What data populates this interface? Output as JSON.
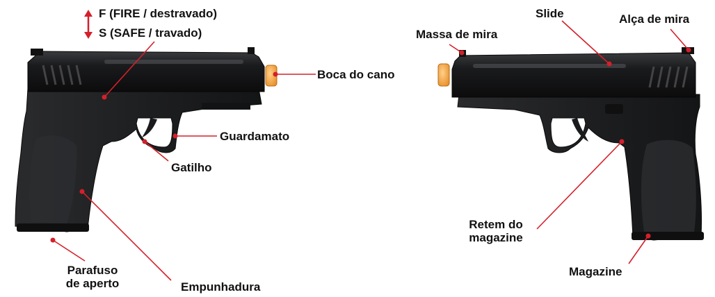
{
  "colors": {
    "background": "#ffffff",
    "label_text": "#111111",
    "leader_line": "#d4202a",
    "pistol_body": "#1c1d1f",
    "pistol_slide": "#121314",
    "barrel_tip": "#f2a33a"
  },
  "icons": {
    "safety_arrow": "up-down-arrow-icon",
    "leader_dot": "dot"
  },
  "safety": {
    "fire_label": "F (FIRE / destravado)",
    "safe_label": "S (SAFE / travado)"
  },
  "left_pistol": {
    "labels": {
      "muzzle": "Boca do cano",
      "trigger_guard": "Guardamato",
      "trigger": "Gatilho",
      "screw_line1": "Parafuso",
      "screw_line2": "de aperto",
      "grip": "Empunhadura"
    }
  },
  "right_pistol": {
    "labels": {
      "front_sight": "Massa de mira",
      "slide": "Slide",
      "rear_sight": "Alça de mira",
      "mag_release_line1": "Retem do",
      "mag_release_line2": "magazine",
      "magazine": "Magazine"
    }
  }
}
